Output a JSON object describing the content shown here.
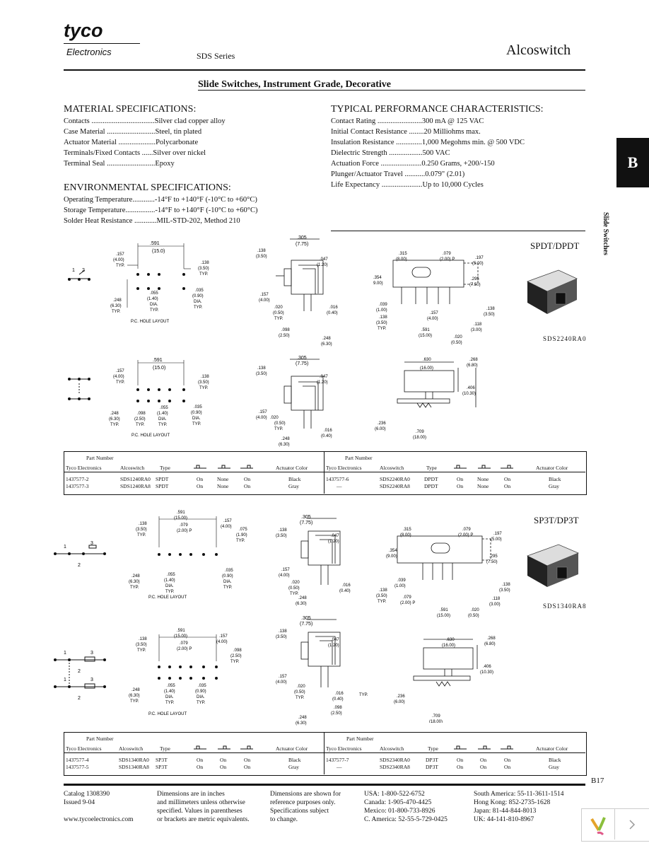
{
  "header": {
    "logo_top": "tyco",
    "logo_bottom": "Electronics",
    "series": "SDS Series",
    "brand": "Alcoswitch",
    "subtitle": "Slide Switches, Instrument Grade, Decorative"
  },
  "side_tab": {
    "letter": "B",
    "label": "Slide Switches"
  },
  "material": {
    "title": "MATERIAL SPECIFICATIONS:",
    "rows": [
      {
        "label": "Contacts ..................................",
        "value": "Silver clad copper alloy"
      },
      {
        "label": "Case Material ..........................",
        "value": "Steel, tin plated"
      },
      {
        "label": "Actuator Material ....................",
        "value": "Polycarbonate"
      },
      {
        "label": "Terminals/Fixed Contacts ......",
        "value": "Silver over nickel"
      },
      {
        "label": "Terminal Seal ..........................",
        "value": "Epoxy"
      }
    ]
  },
  "environmental": {
    "title": "ENVIRONMENTAL SPECIFICATIONS:",
    "rows": [
      {
        "label": "Operating Temperature............",
        "value": "-14°F to +140°F (-10°C to +60°C)"
      },
      {
        "label": "Storage Temperature................",
        "value": "-14°F to +140°F (-10°C to +60°C)"
      },
      {
        "label": "Solder Heat Resistance ............",
        "value": "MIL-STD-202, Method 210"
      }
    ]
  },
  "performance": {
    "title": "TYPICAL PERFORMANCE CHARACTERISTICS:",
    "rows": [
      {
        "label": "Contact Rating ........................",
        "value": "300 mA @ 125 VAC"
      },
      {
        "label": "Initial Contact Resistance ........",
        "value": "20 Milliohms max."
      },
      {
        "label": "Insulation Resistance ..............",
        "value": "1,000 Megohms min. @ 500 VDC"
      },
      {
        "label": "Dielectric Strength ..................",
        "value": "500 VAC"
      },
      {
        "label": "Actuation Force ......................",
        "value": "0.250 Grams, +200/-150"
      },
      {
        "label": "Plunger/Actuator Travel ...........",
        "value": "0.079\" (2.01)"
      },
      {
        "label": "Life Expectancy ......................",
        "value": "Up to 10,000 Cycles"
      }
    ]
  },
  "sections": [
    {
      "label": "SPDT/DPDT",
      "photo_model": "SDS2240RA0",
      "hole_layout": "P.C. HOLE LAYOUT"
    },
    {
      "label": "SP3T/DP3T",
      "photo_model": "SDS1340RA8",
      "hole_layout": "P.C. HOLE LAYOUT"
    }
  ],
  "dims": {
    "d305": ".305",
    "d305m": "(7.75)",
    "d591": ".591",
    "d591m": "(15.0)",
    "d157": ".157",
    "d157m": "(4.00)",
    "d138": ".138",
    "d138m": "(3.50)",
    "d047": ".047",
    "d047m": "(1.20)",
    "d315": ".315",
    "d315m": "(8.00)",
    "d079": ".079",
    "d079m": "(2.00) P",
    "d197": ".197",
    "d197m": "(5.00)",
    "d354": ".354",
    "d354m": "(9.00)",
    "d295": ".295",
    "d295m": "(7.50)",
    "d055": ".055",
    "d055m": "(1.40)",
    "d035": ".035",
    "d035m": "(0.90)",
    "d248": ".248",
    "d248m": "(6.30)",
    "d020": ".020",
    "d020m": "(0.50)",
    "d016": ".016",
    "d016m": "(0.40)",
    "d098": ".098",
    "d098m": "(2.50)",
    "d039": ".039",
    "d039m": "(1.00)",
    "d118": ".118",
    "d118m": "(3.00)",
    "d630": ".630",
    "d630m": "(16.00)",
    "d268": ".268",
    "d268m": "(6.80)",
    "d406": ".406",
    "d406m": "(10.30)",
    "d236": ".236",
    "d236m": "(6.00)",
    "d709": ".709",
    "d709m": "(18.00)",
    "d591b": ".591",
    "d591bm": "(15.00)",
    "typ": "TYP.",
    "dia": "DIA.",
    "d075": ".075",
    "d075m": "(1.90)"
  },
  "table_headers": {
    "part_number": "Part Number",
    "tyco": "Tyco Electronics",
    "alco": "Alcoswitch",
    "type": "Type",
    "actuator_color": "Actuator Color"
  },
  "table1_left": [
    {
      "tyco": "1437577-2",
      "alco": "SDS1240RA0",
      "type": "SPDT",
      "p1": "On",
      "p2": "None",
      "p3": "On",
      "color": "Black"
    },
    {
      "tyco": "1437577-3",
      "alco": "SDS1240RA8",
      "type": "SPDT",
      "p1": "On",
      "p2": "None",
      "p3": "On",
      "color": "Gray"
    }
  ],
  "table1_right": [
    {
      "tyco": "1437577-6",
      "alco": "SDS2240RA0",
      "type": "DPDT",
      "p1": "On",
      "p2": "None",
      "p3": "On",
      "color": "Black"
    },
    {
      "tyco": "—",
      "alco": "SDS2240RA8",
      "type": "DPDT",
      "p1": "On",
      "p2": "None",
      "p3": "On",
      "color": "Gray"
    }
  ],
  "table2_left": [
    {
      "tyco": "1437577-4",
      "alco": "SDS1340RA0",
      "type": "SP3T",
      "p1": "On",
      "p2": "On",
      "p3": "On",
      "color": "Black"
    },
    {
      "tyco": "1437577-5",
      "alco": "SDS1340RA8",
      "type": "SP3T",
      "p1": "On",
      "p2": "On",
      "p3": "On",
      "color": "Gray"
    }
  ],
  "table2_right": [
    {
      "tyco": "1437577-7",
      "alco": "SDS2340RA0",
      "type": "DP3T",
      "p1": "On",
      "p2": "On",
      "p3": "On",
      "color": "Black"
    },
    {
      "tyco": "—",
      "alco": "SDS2340RA8",
      "type": "DP3T",
      "p1": "On",
      "p2": "On",
      "p3": "On",
      "color": "Gray"
    }
  ],
  "footer": {
    "page": "B17",
    "col1": [
      "Catalog 1308390",
      "Issued 9-04",
      "www.tycoelectronics.com"
    ],
    "col2": [
      "Dimensions are in inches",
      "and millimeters unless otherwise",
      "specified. Values in parentheses",
      "or brackets are metric equivalents."
    ],
    "col3": [
      "Dimensions are shown for",
      "reference purposes only.",
      "Specifications subject",
      "to change."
    ],
    "col4": [
      "USA: 1-800-522-6752",
      "Canada: 1-905-470-4425",
      "Mexico: 01-800-733-8926",
      "C. America: 52-55-5-729-0425"
    ],
    "col5": [
      "South America: 55-11-3611-1514",
      "Hong Kong: 852-2735-1628",
      "Japan: 81-44-844-8013",
      "UK: 44-141-810-8967"
    ]
  },
  "colors": {
    "ink": "#111111",
    "tab_bg": "#111111",
    "tab_fg": "#ffffff"
  }
}
